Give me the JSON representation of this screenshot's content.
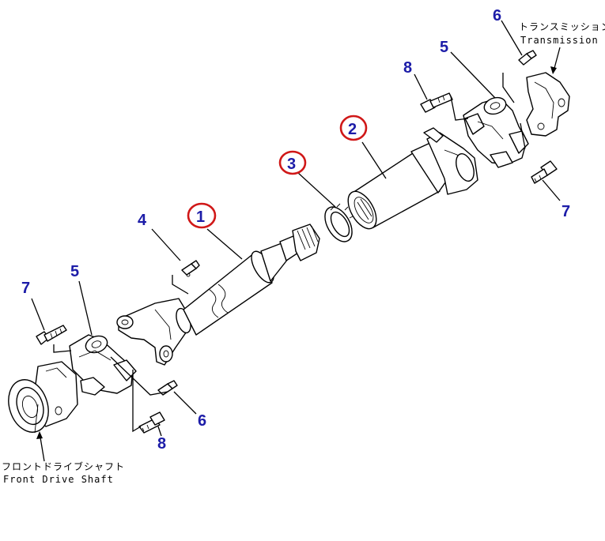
{
  "parts": {
    "p1": "1",
    "p2": "2",
    "p3": "3",
    "p4": "4",
    "p5_left": "5",
    "p5_right": "5",
    "p6_top": "6",
    "p6_bottom": "6",
    "p7_left": "7",
    "p7_right": "7",
    "p8_top": "8",
    "p8_bottom": "8"
  },
  "callouts": {
    "transmission_jp": "トランスミッション",
    "transmission_en": "Transmission",
    "front_drive_shaft_jp": "フロントドライブシャフト",
    "front_drive_shaft_en": "Front Drive Shaft"
  },
  "colors": {
    "part_number": "#1c1ca8",
    "highlight_ring": "#d01818",
    "line_art": "#000000"
  }
}
